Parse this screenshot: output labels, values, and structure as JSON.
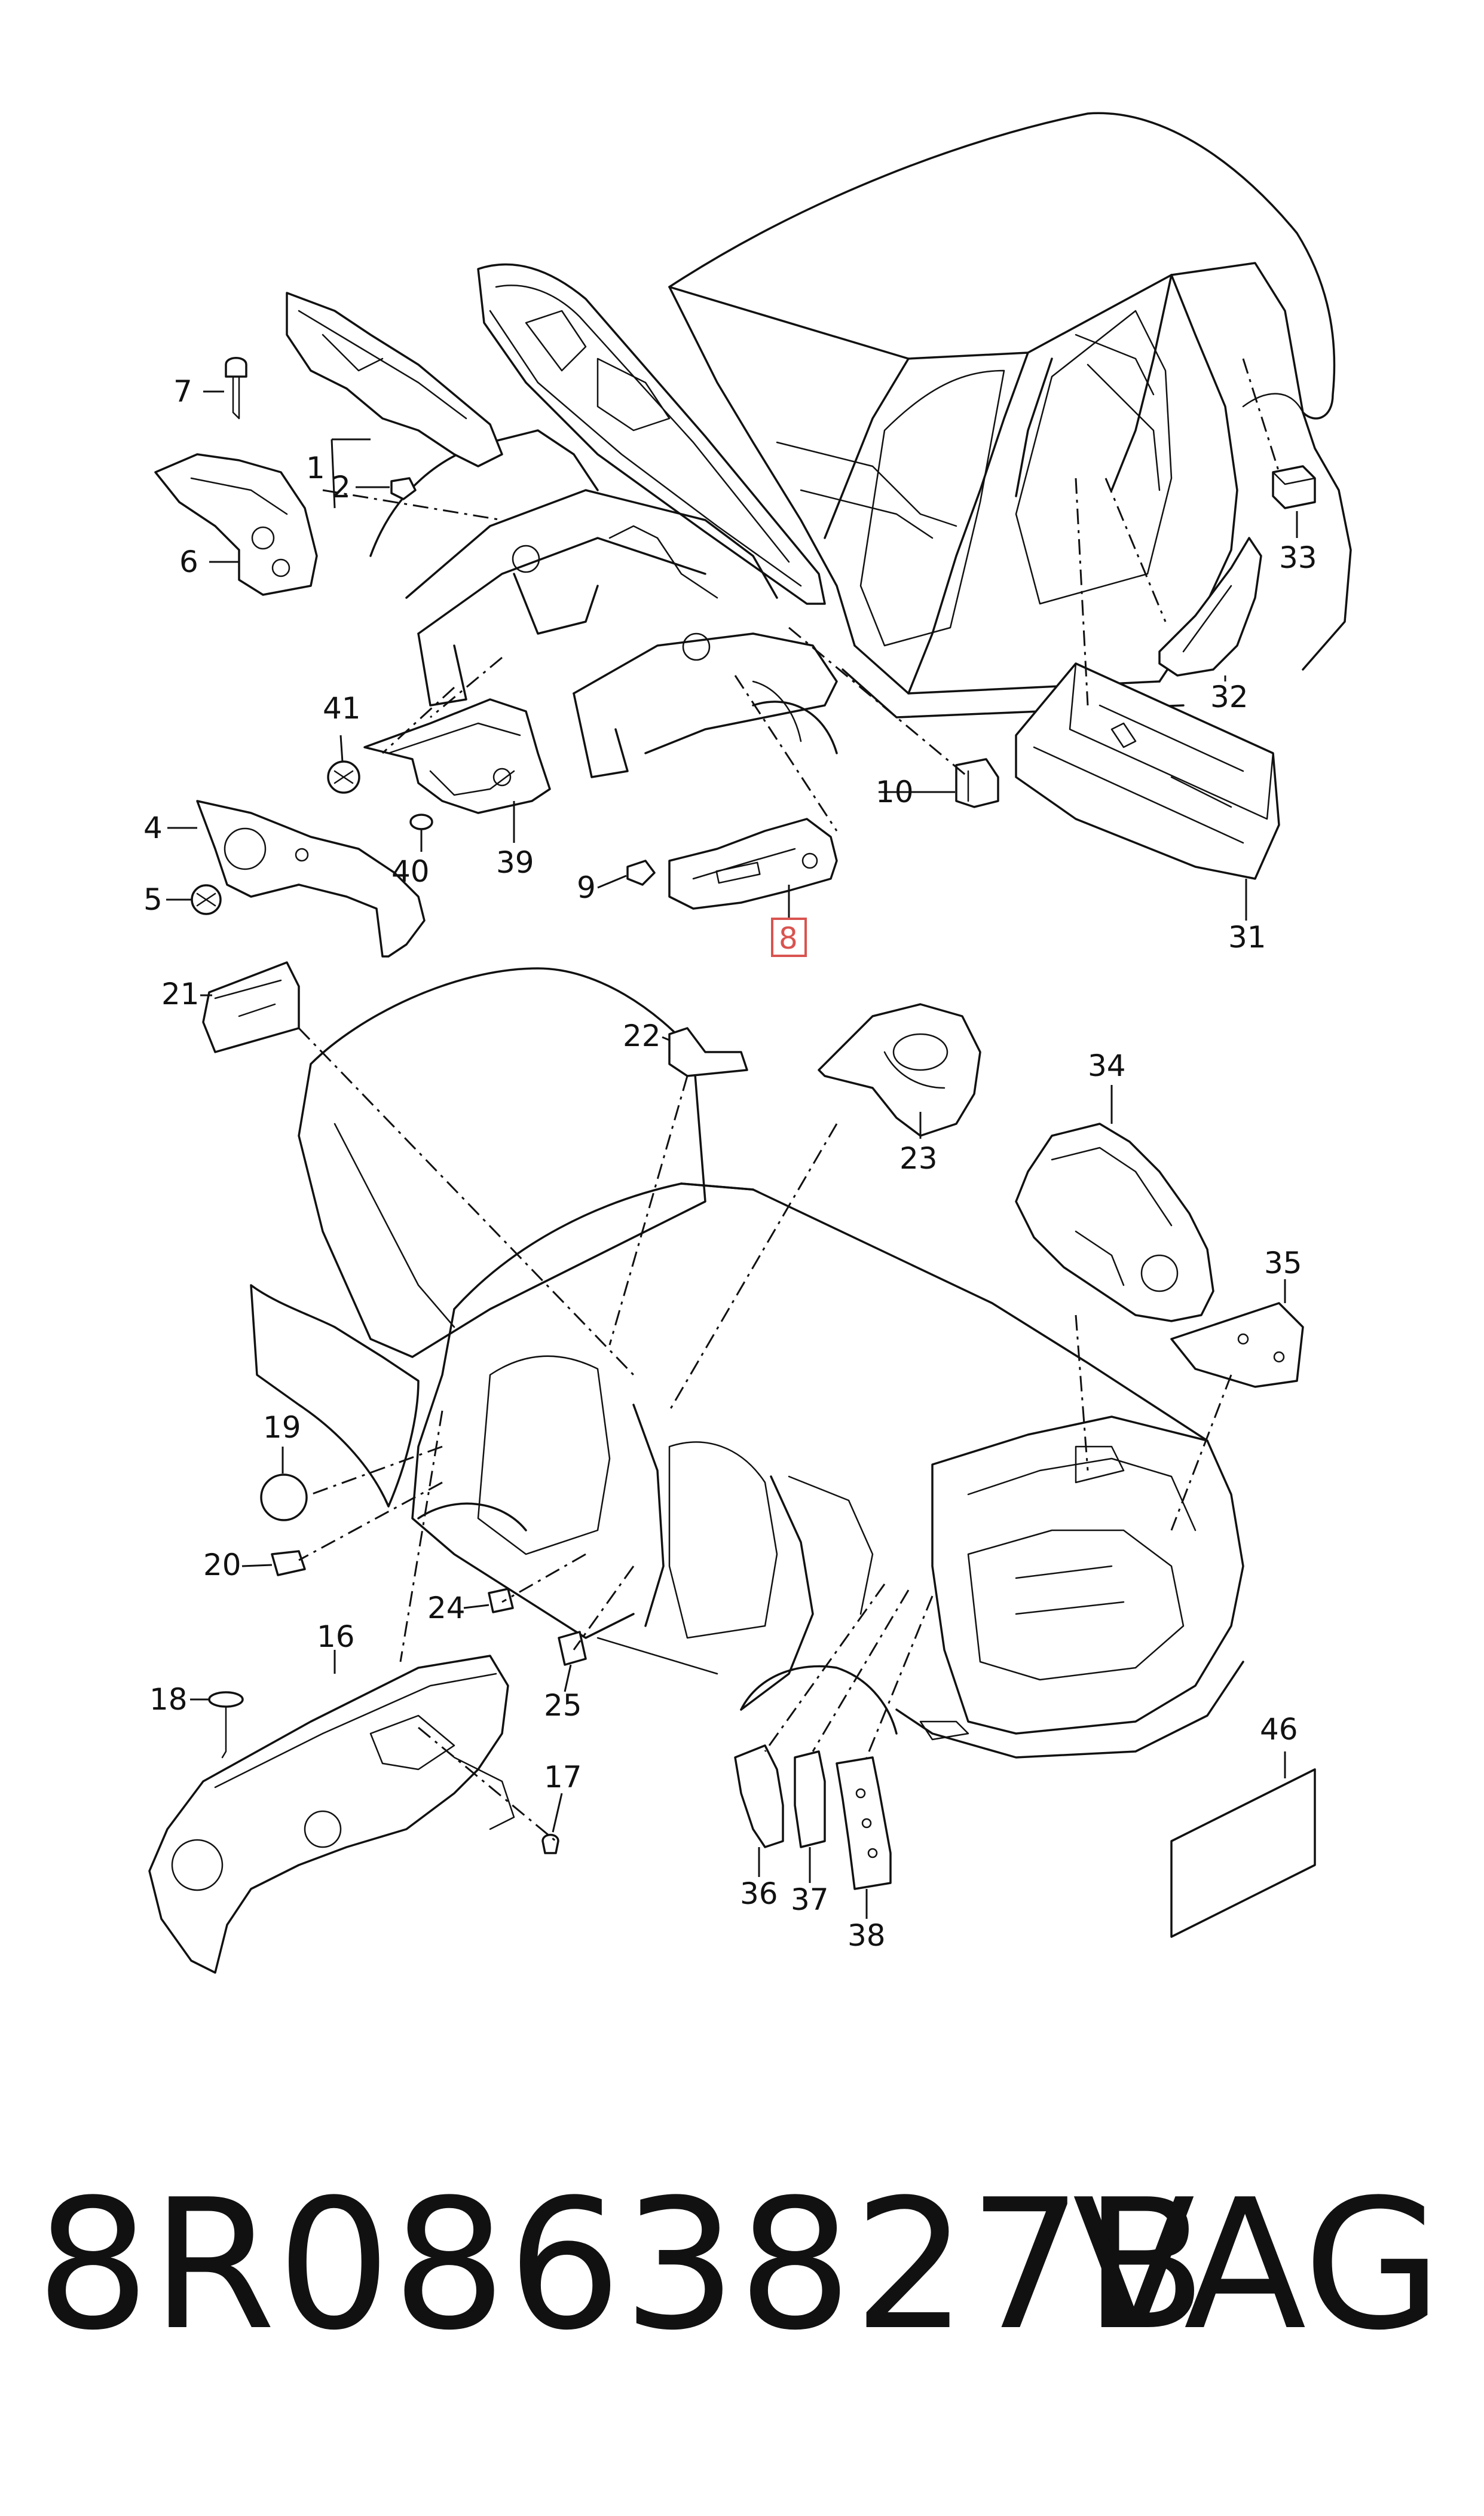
{
  "part_number": "8R0863827B",
  "brand": "VAG",
  "highlighted_label": "8",
  "highlight_color": "#d9534f",
  "labels": {
    "p1": "1",
    "p2": "2",
    "p4": "4",
    "p5": "5",
    "p6": "6",
    "p7": "7",
    "p8": "8",
    "p9": "9",
    "p10": "10",
    "p16": "16",
    "p17": "17",
    "p18": "18",
    "p19": "19",
    "p20": "20",
    "p21": "21",
    "p22": "22",
    "p23": "23",
    "p24": "24",
    "p25": "25",
    "p31": "31",
    "p32": "32",
    "p33": "33",
    "p34": "34",
    "p35": "35",
    "p36": "36",
    "p37": "37",
    "p38": "38",
    "p39": "39",
    "p40": "40",
    "p41": "41",
    "p46": "46"
  }
}
